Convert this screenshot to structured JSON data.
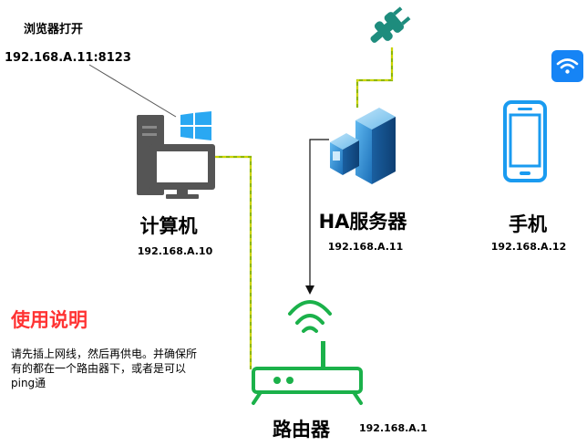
{
  "browser_note": {
    "title": "浏览器打开",
    "url": "192.168.A.11:8123"
  },
  "nodes": {
    "computer": {
      "label": "计算机",
      "ip": "192.168.A.10"
    },
    "ha_server": {
      "label": "HA服务器",
      "ip": "192.168.A.11"
    },
    "phone": {
      "label": "手机",
      "ip": "192.168.A.12"
    },
    "router": {
      "label": "路由器",
      "ip": "192.168.A.1"
    }
  },
  "instructions": {
    "heading": "使用说明",
    "body": "请先插上网线，然后再供电。并确保所有的都在一个路由器下，或者是可以ping通"
  },
  "colors": {
    "heading_red": "#FF3333",
    "cable_green": "#8DB600",
    "cable_dash": "#F2E600",
    "router_green": "#1BB14A",
    "plug_teal": "#1E8C7D",
    "wifi_badge_blue": "#1684F5",
    "phone_blue": "#1A9BF0",
    "server_blue": "#2B8FD6",
    "pc_dark": "#555555",
    "windows_blue": "#2AA8F2"
  },
  "icons": [
    "desktop-computer-icon",
    "windows-logo-icon",
    "server-icon",
    "power-plug-icon",
    "wifi-badge-icon",
    "smartphone-icon",
    "wifi-router-icon"
  ]
}
